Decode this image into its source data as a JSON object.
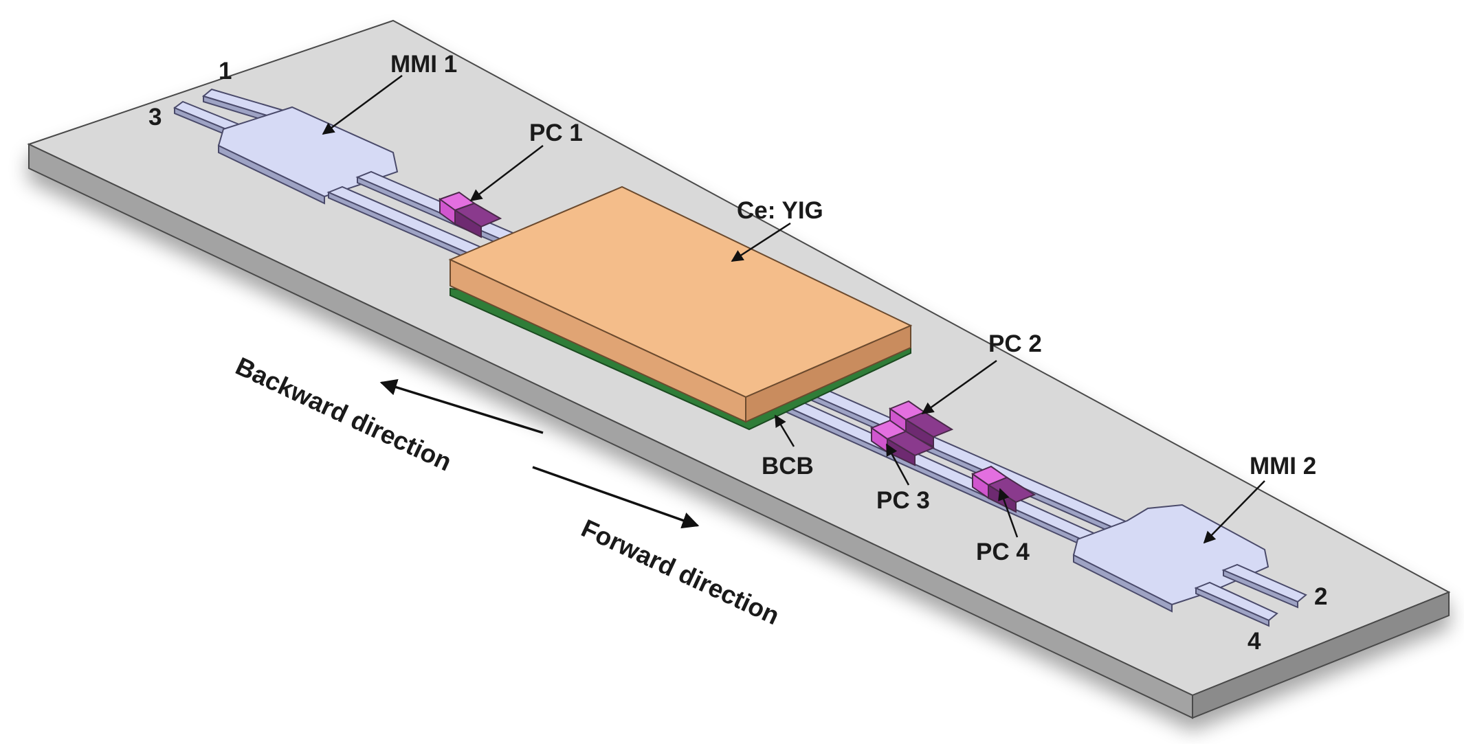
{
  "labels": {
    "port1": "1",
    "port2": "2",
    "port3": "3",
    "port4": "4",
    "mmi1": "MMI 1",
    "mmi2": "MMI 2",
    "pc1": "PC 1",
    "pc2": "PC 2",
    "pc3": "PC 3",
    "pc4": "PC 4",
    "ceyig": "Ce: YIG",
    "bcb": "BCB",
    "backward": "Backward direction",
    "forward": "Forward direction"
  },
  "colors": {
    "substrate_top": "#d9d9d9",
    "substrate_side": "#9a9a9a",
    "waveguide": "#d6daf5",
    "waveguide_side": "#9ea3c4",
    "phase_shifter_light": "#e36fe0",
    "phase_shifter_dark": "#8a3a8d",
    "ceyig_top": "#f4bd8a",
    "ceyig_side": "#d09669",
    "bcb": "#2f7d38"
  }
}
